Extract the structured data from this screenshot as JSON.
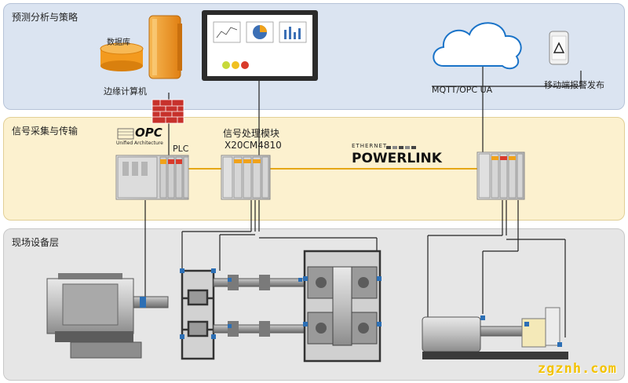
{
  "layers": {
    "analysis": {
      "title": "预测分析与策略"
    },
    "signal": {
      "title": "信号采集与传输"
    },
    "field": {
      "title": "现场设备层"
    }
  },
  "analysis": {
    "database_label": "数据库",
    "edge_computer_label": "边缘计算机",
    "cloud_protocol_label": "MQTT/OPC UA",
    "mobile_alarm_label": "移动端报警发布"
  },
  "signal": {
    "opc_logo_text": "OPC",
    "opc_subtitle": "Unified Architecture",
    "plc_label": "PLC",
    "module_title": "信号处理模块",
    "module_model": "X20CM4810",
    "ethernet_label": "ETHERNET",
    "powerlink_label": "POWERLINK"
  },
  "watermark": "zgznh.com",
  "colors": {
    "top_layer": "#dbe4f1",
    "mid_layer": "#fcf1cf",
    "bottom_layer": "#e6e6e6",
    "edge_pc": "#f3a33a",
    "database": "#f39a1e",
    "firewall": "#c7312b",
    "cloud_outline": "#1a73c8",
    "powerlink_line": "#e6a817",
    "sensor": "#2c6fb5",
    "watermark": "#f3c200"
  }
}
